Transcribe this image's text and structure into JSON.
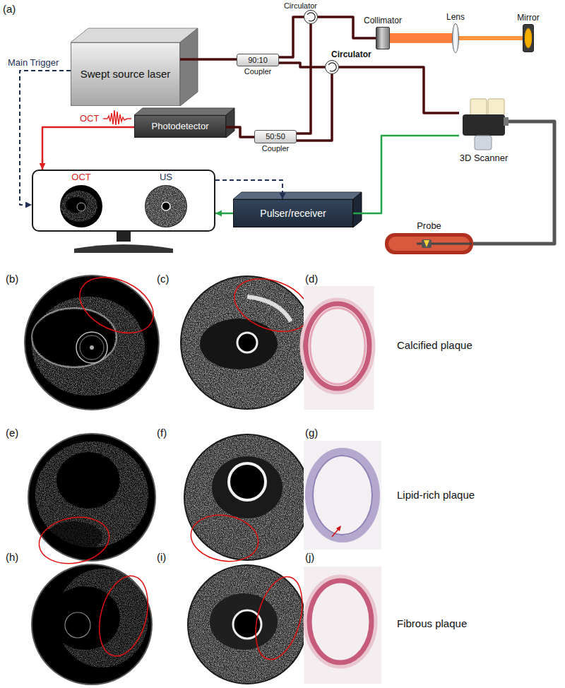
{
  "diagram": {
    "nodes": [
      {
        "text": [
          "Swept source laser"
        ]
      },
      {
        "text": [
          "90:10",
          "Coupler"
        ]
      },
      {
        "text": [
          "Circulator"
        ]
      },
      {
        "text": [
          "Collimator"
        ]
      },
      {
        "text": [
          "Lens"
        ]
      },
      {
        "text": [
          "Mirror"
        ]
      },
      {
        "text": [
          "Circulator"
        ]
      },
      {
        "text": [
          "3D Scanner"
        ]
      },
      {
        "text": [
          "Photodetector"
        ]
      },
      {
        "text": [
          "50:50",
          "Coupler"
        ]
      },
      {
        "text": [
          "OCT",
          "US"
        ]
      },
      {
        "text": [
          "Pulser/receiver"
        ]
      },
      {
        "text": [
          "Probe"
        ]
      }
    ],
    "edges": [
      {
        "from": 0,
        "to": 1,
        "arrow": "none"
      },
      {
        "from": 1,
        "to": 2,
        "arrow": "none"
      },
      {
        "from": 1,
        "to": 6,
        "arrow": "none"
      },
      {
        "from": 2,
        "to": 3,
        "arrow": "none"
      },
      {
        "from": 3,
        "to": 4,
        "arrow": "none"
      },
      {
        "from": 4,
        "to": 5,
        "arrow": "none"
      },
      {
        "from": 6,
        "to": 7,
        "arrow": "none"
      },
      {
        "from": 2,
        "to": 9,
        "arrow": "none"
      },
      {
        "from": 6,
        "to": 9,
        "arrow": "none"
      },
      {
        "from": 9,
        "to": 8,
        "arrow": "none"
      },
      {
        "from": 8,
        "to": 10,
        "arrow": "to",
        "label": "OCT"
      },
      {
        "from": 0,
        "to": 10,
        "arrow": "to",
        "label": "Main Trigger"
      },
      {
        "from": 10,
        "to": 11,
        "arrow": "to"
      },
      {
        "from": 7,
        "to": 11,
        "arrow": "none"
      },
      {
        "from": 11,
        "to": 10,
        "arrow": "to"
      },
      {
        "from": 7,
        "to": 12,
        "arrow": "none"
      }
    ],
    "labels": [
      "(a)",
      "(b)",
      "(c)",
      "(d)",
      "Calcified plaque",
      "(e)",
      "(f)",
      "(g)",
      "Lipid-rich plaque",
      "(h)",
      "(i)",
      "(j)",
      "Fibrous plaque"
    ]
  }
}
